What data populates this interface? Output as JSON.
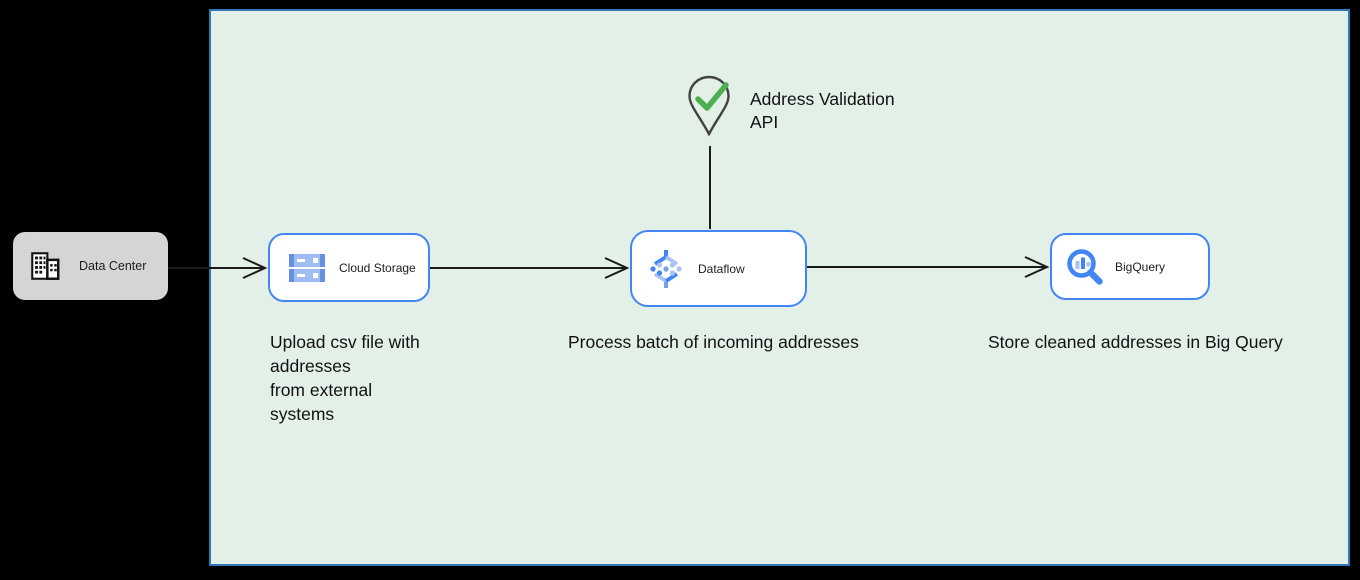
{
  "diagram": {
    "nodes": {
      "data_center": {
        "label": "Data Center",
        "icon": "building-icon"
      },
      "cloud_storage": {
        "label": "Cloud Storage",
        "icon": "cloud-storage-icon"
      },
      "dataflow": {
        "label": "Dataflow",
        "icon": "dataflow-icon"
      },
      "bigquery": {
        "label": "BigQuery",
        "icon": "bigquery-icon"
      }
    },
    "annotations": {
      "address_validation": {
        "lines": [
          "Address Validation",
          "API"
        ],
        "icon": "location-pin-check-icon"
      },
      "upload_caption": {
        "lines": [
          "Upload csv file with",
          "addresses",
          "from external",
          "systems"
        ]
      },
      "process_caption": "Process batch of incoming addresses",
      "store_caption": "Store cleaned addresses in Big Query"
    },
    "connectors": [
      {
        "from": "data_center",
        "to": "cloud_storage",
        "style": "open-arrow"
      },
      {
        "from": "cloud_storage",
        "to": "dataflow",
        "style": "open-arrow"
      },
      {
        "from": "dataflow",
        "to": "bigquery",
        "style": "open-arrow"
      },
      {
        "from": "address_validation",
        "to": "dataflow",
        "style": "plain-line"
      }
    ],
    "colors": {
      "page_background": "#000000",
      "canvas_background": "#E3F0E8",
      "canvas_border": "#3077B5",
      "gcp_node_border": "#4285F4",
      "gcp_icon_blue": "#4285F4",
      "gcp_icon_light_blue": "#A9C3F5",
      "data_center_fill": "#D5D5D5",
      "check_green": "#4CAF50",
      "connector": "#1A1A1A",
      "text": "#111111"
    }
  }
}
